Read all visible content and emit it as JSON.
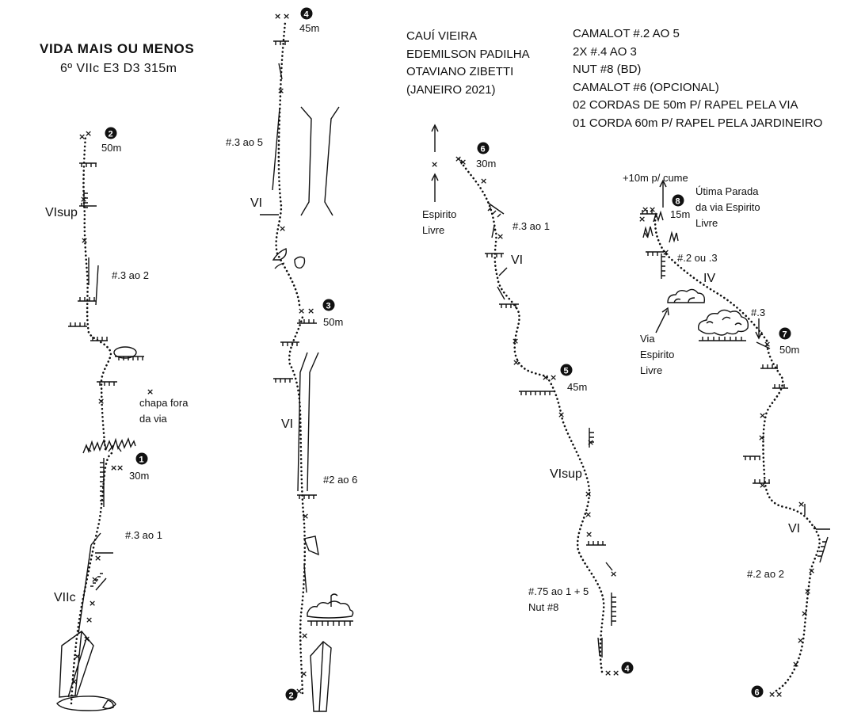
{
  "header": {
    "title": "VIDA MAIS OU MENOS",
    "subtitle": "6º VIIc E3 D3 315m"
  },
  "authors": [
    "CAUÍ VIEIRA",
    "EDEMILSON PADILHA",
    "OTAVIANO ZIBETTI",
    "(JANEIRO 2021)"
  ],
  "gear": [
    "CAMALOT #.2 AO 5",
    "2X #.4 AO 3",
    "NUT #8 (BD)",
    "CAMALOT #6 (OPCIONAL)",
    "02 CORDAS DE 50m P/ RAPEL PELA VIA",
    "01 CORDA 60m P/ RAPEL PELA JARDINEIRO"
  ],
  "belays": [
    {
      "num": "1",
      "length": "30m"
    },
    {
      "num": "2",
      "length": "50m"
    },
    {
      "num": "3",
      "length": "50m"
    },
    {
      "num": "4",
      "length": "45m"
    },
    {
      "num": "5",
      "length": "45m"
    },
    {
      "num": "6",
      "length": "30m"
    },
    {
      "num": "7",
      "length": "50m"
    },
    {
      "num": "8",
      "length": "15m"
    }
  ],
  "start_markers": [
    "2",
    "4",
    "6"
  ],
  "labels": {
    "vllc": "VIIc",
    "p1_cams_low": "#.3 ao 1",
    "bolt_off": [
      "chapa fora",
      "da via"
    ],
    "p1_cams_high": "#.3 ao 2",
    "vlsup_1": "VIsup",
    "vi_2": "VI",
    "p2_cams": "#2 ao 6",
    "vi_3": "VI",
    "p3_cams": "#.3 ao 5",
    "espirito_top": [
      "Espirito",
      "Livre"
    ],
    "p5_cams": "#.3 ao 1",
    "vi_5": "VI",
    "vlsup_4": "VIsup",
    "p4_cams": [
      "#.75 ao 1 + 5",
      "Nut #8"
    ],
    "summit": "+10m p/ cume",
    "last_stop": [
      "Útima Parada",
      "da via Espirito",
      "Livre"
    ],
    "p8_cams": "#.2 ou .3",
    "iv": "IV",
    "via_espirito": [
      "Via",
      "Espirito",
      "Livre"
    ],
    "p7_cam": "#.3",
    "vi_7": "VI",
    "p6_cams": "#.2 ao 2"
  }
}
